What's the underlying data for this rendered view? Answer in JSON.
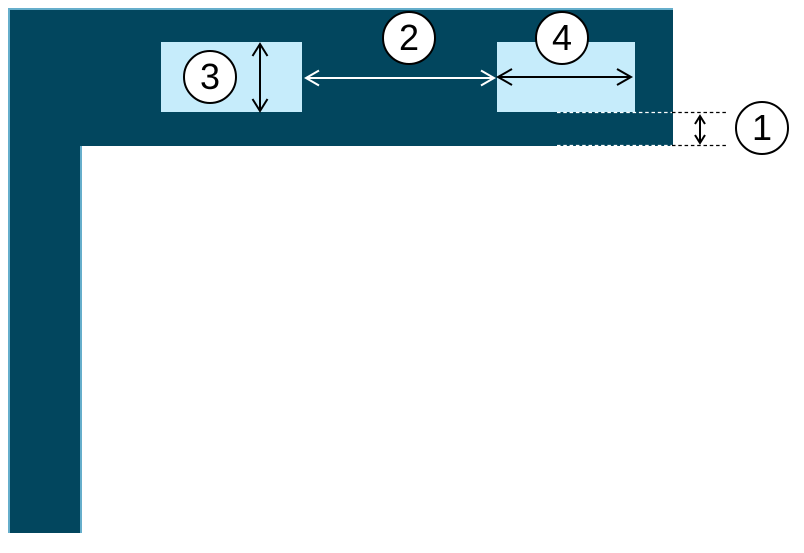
{
  "colors": {
    "panel": "#02465e",
    "panel-border": "#66aecb",
    "highlight": "#c6ecfb",
    "background": "#ffffff",
    "ink": "#000000",
    "arrow-light": "#ffffff"
  },
  "callouts": [
    {
      "label": "1"
    },
    {
      "label": "2"
    },
    {
      "label": "3"
    },
    {
      "label": "4"
    }
  ]
}
